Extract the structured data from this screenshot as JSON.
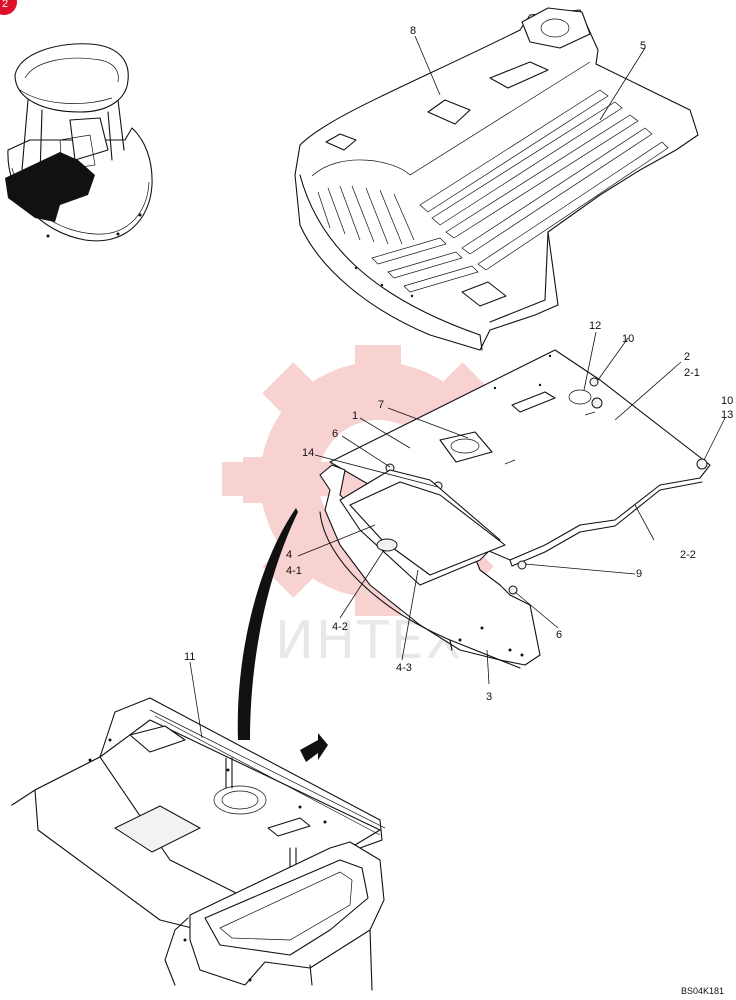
{
  "page_badge": "2",
  "watermark_text": "ИНТЕХ",
  "drawing_code": "BS04K181",
  "watermark_color": "#f7c9c9",
  "badge_color": "#e0102a",
  "callouts": {
    "c1": "1",
    "c2": "2",
    "c2_1": "2-1",
    "c2_2": "2-2",
    "c3": "3",
    "c4": "4",
    "c4_1": "4-1",
    "c4_2": "4-2",
    "c4_3": "4-3",
    "c5": "5",
    "c6a": "6",
    "c6b": "6",
    "c7": "7",
    "c8": "8",
    "c9": "9",
    "c10a": "10",
    "c10b": "10",
    "c11": "11",
    "c12": "12",
    "c13": "13",
    "c14": "14"
  }
}
